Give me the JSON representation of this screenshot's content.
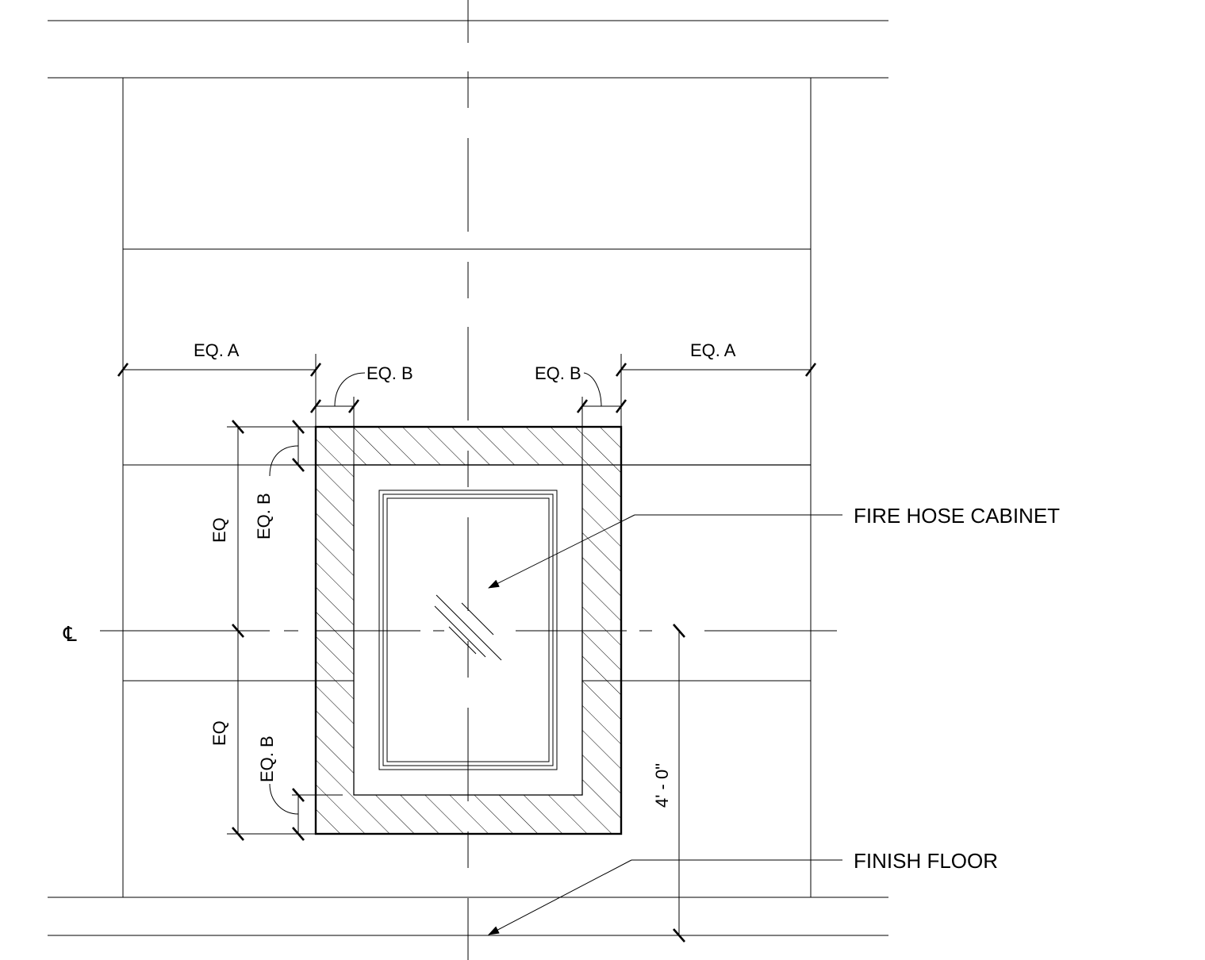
{
  "labels": {
    "eq_a_left": "EQ. A",
    "eq_a_right": "EQ. A",
    "eq_b_top_left": "EQ. B",
    "eq_b_top_right": "EQ. B",
    "eq_b_side_upper": "EQ. B",
    "eq_b_side_lower": "EQ. B",
    "eq_upper": "EQ",
    "eq_lower": "EQ",
    "height_dim": "4' - 0\"",
    "centerline_symbol": "℄"
  },
  "callouts": {
    "fire_hose_cabinet": "FIRE HOSE CABINET",
    "finish_floor": "FINISH FLOOR"
  },
  "colors": {
    "line": "#000000",
    "background": "#ffffff"
  }
}
